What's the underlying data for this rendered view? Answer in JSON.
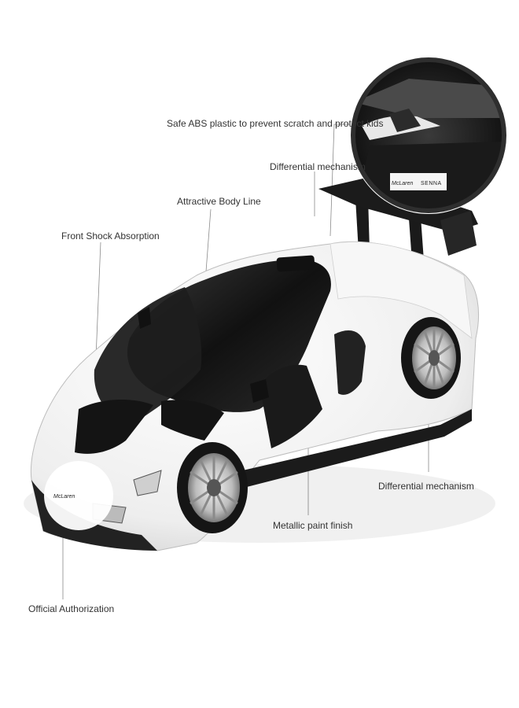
{
  "features": {
    "safe_abs": "Safe ABS plastic to prevent scratch and protect kids",
    "differential_top": "Differential mechanism",
    "body_line": "Attractive Body Line",
    "front_shock": "Front Shock Absorption",
    "differential_right": "Differential mechanism",
    "metallic_paint": "Metallic paint finish",
    "official_auth": "Official Authorization"
  },
  "badges": {
    "front_logo": "McLaren",
    "rear_brand": "McLaren",
    "rear_model": "SENNA"
  },
  "colors": {
    "body": "#f4f4f4",
    "carbon": "#1c1c1c",
    "accent_glass": "#2a2a2a",
    "text": "#333333"
  }
}
